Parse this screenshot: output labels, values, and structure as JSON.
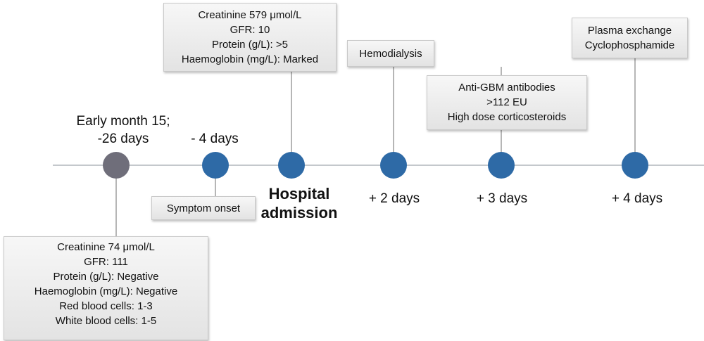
{
  "events": [
    {
      "id": "early",
      "date_lines": [
        "Early month 15;",
        "-26 days"
      ],
      "marker_color": "#6f6e7a",
      "box_lines": [
        "Creatinine 74 μmol/L",
        "GFR: 111",
        "Protein (g/L): Negative",
        "Haemoglobin (mg/L): Negative",
        "Red blood cells: 1-3",
        "White blood cells: 1-5"
      ]
    },
    {
      "id": "symptom",
      "date_lines": [
        "- 4 days"
      ],
      "marker_color": "#2e6aa6",
      "box_lines": [
        "Symptom onset"
      ]
    },
    {
      "id": "hospital",
      "date_lines": [
        "Hospital",
        "admission"
      ],
      "marker_color": "#2e6aa6",
      "box_lines": [
        "Creatinine 579 μmol/L",
        "GFR: 10",
        "Protein (g/L): >5",
        "Haemoglobin (mg/L): Marked"
      ]
    },
    {
      "id": "day2",
      "date_lines": [
        "+ 2 days"
      ],
      "marker_color": "#2e6aa6",
      "box_lines": [
        "Hemodialysis"
      ]
    },
    {
      "id": "day3",
      "date_lines": [
        "+ 3 days"
      ],
      "marker_color": "#2e6aa6",
      "box_lines": [
        "Anti-GBM antibodies",
        ">112 EU",
        "High dose corticosteroids"
      ]
    },
    {
      "id": "day4",
      "date_lines": [
        "+ 4 days"
      ],
      "marker_color": "#2e6aa6",
      "box_lines": [
        "Plasma exchange",
        "Cyclophosphamide"
      ]
    }
  ],
  "colors": {
    "axis": "#c4c8cc",
    "connector": "#b6b6b6",
    "box_border": "#c9c9c9"
  }
}
